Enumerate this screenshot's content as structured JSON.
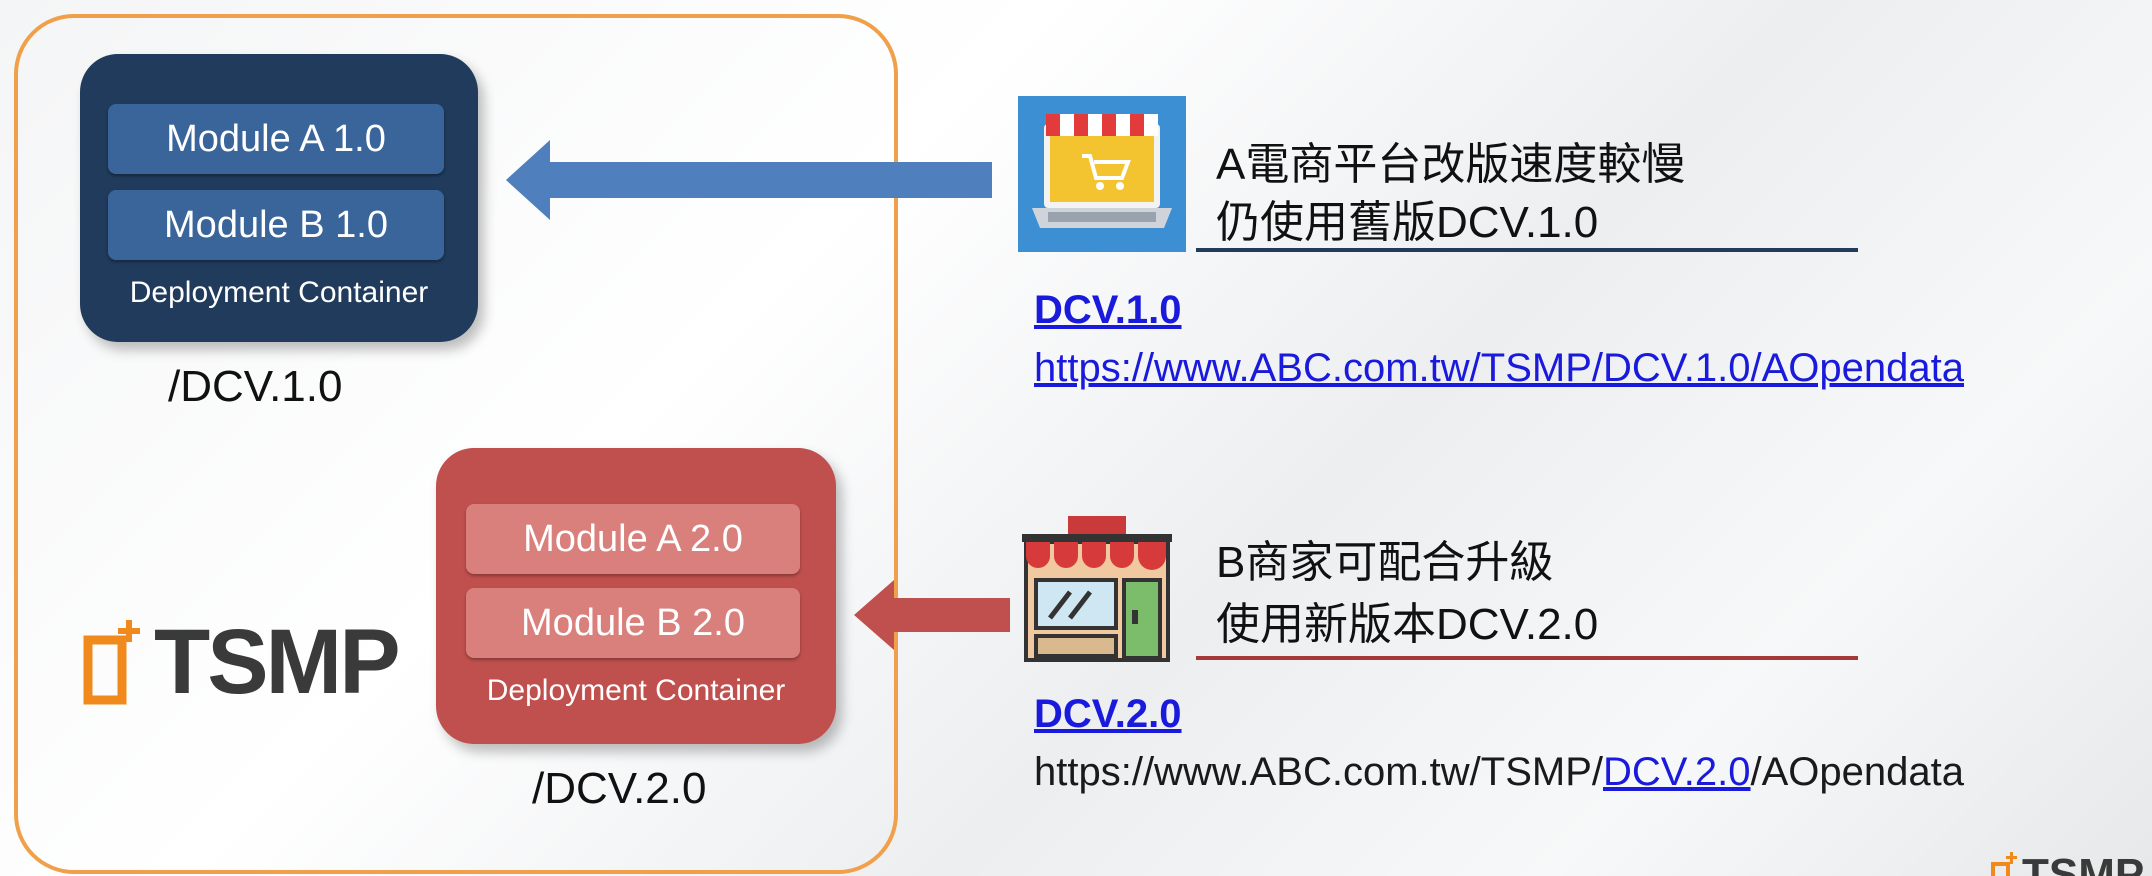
{
  "containers": {
    "v1": {
      "module_a": "Module A 1.0",
      "module_b": "Module B 1.0",
      "container_label": "Deployment Container",
      "path": "/DCV.1.0",
      "color": "#203b5c"
    },
    "v2": {
      "module_a": "Module A 2.0",
      "module_b": "Module B 2.0",
      "container_label": "Deployment Container",
      "path": "/DCV.2.0",
      "color": "#c0504d"
    }
  },
  "brand": {
    "logo_text": "TSMP",
    "accent": "#f0a04a"
  },
  "client_a": {
    "icon": "online-shop-laptop-icon",
    "line1": "A電商平台改版速度較慢",
    "line2": "仍使用舊版DCV.1.0",
    "link_title": "DCV.1.0",
    "url": "https://www.ABC.com.tw/TSMP/DCV.1.0/AOpendata"
  },
  "client_b": {
    "icon": "storefront-icon",
    "line1": "B商家可配合升級",
    "line2": "使用新版本DCV.2.0",
    "link_title": "DCV.2.0",
    "url_prefix": "https://www.ABC.com.tw/TSMP/",
    "url_version": "DCV.2.0",
    "url_suffix": "/AOpendata"
  },
  "corner_logo": "TSMP"
}
